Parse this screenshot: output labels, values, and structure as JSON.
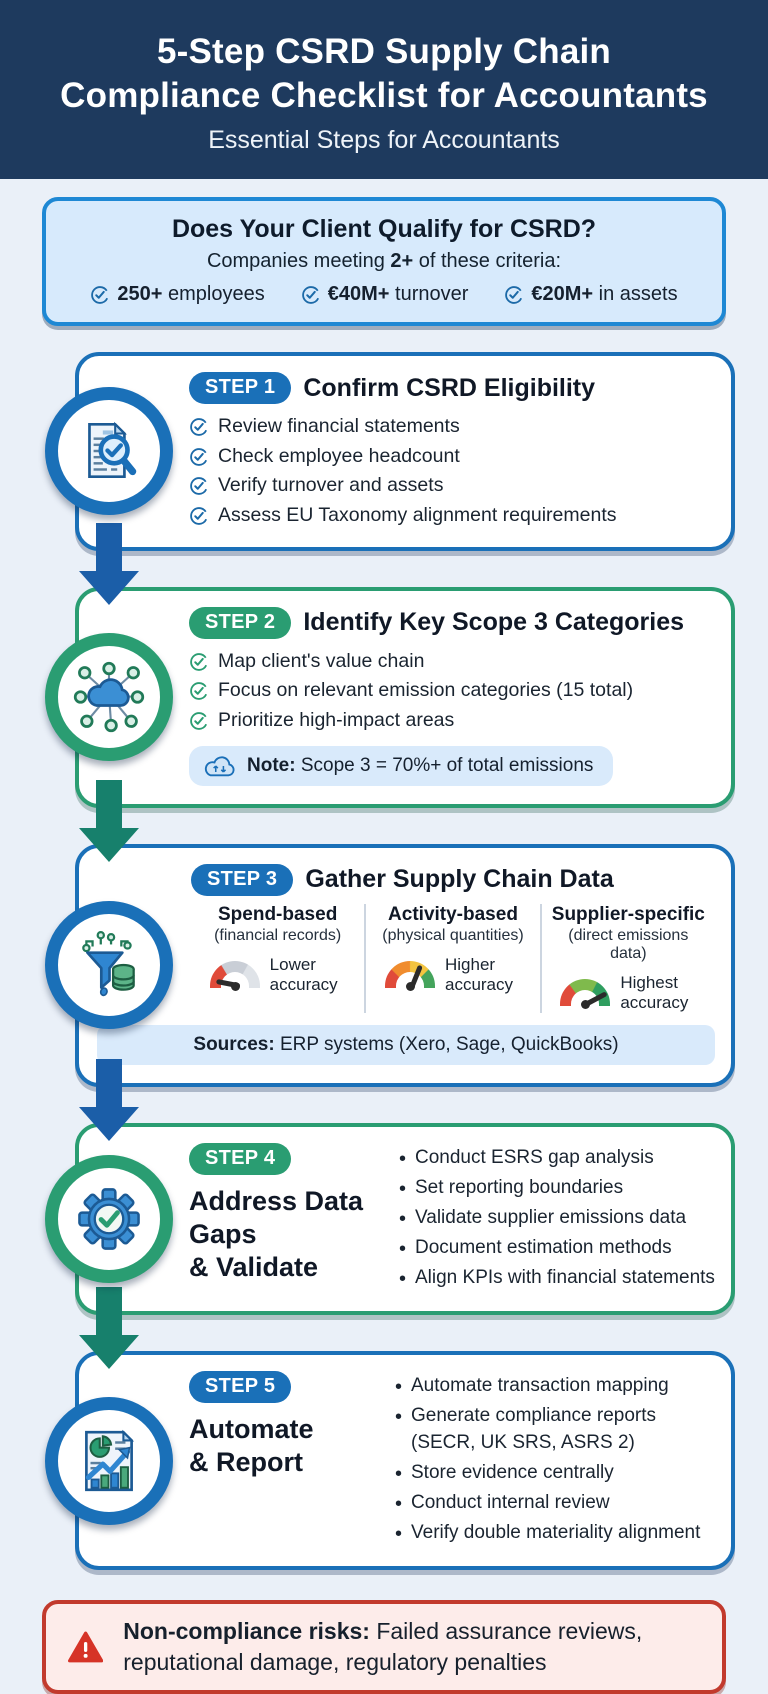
{
  "header": {
    "title_line1": "5-Step CSRD Supply Chain",
    "title_line2": "Compliance Checklist for Accountants",
    "subtitle": "Essential Steps for Accountants"
  },
  "qualify": {
    "title": "Does Your Client Qualify for CSRD?",
    "subtitle_prefix": "Companies meeting ",
    "subtitle_bold": "2+",
    "subtitle_suffix": " of these criteria:",
    "criteria": [
      {
        "bold": "250+",
        "text": " employees"
      },
      {
        "bold": "€40M+",
        "text": " turnover"
      },
      {
        "bold": "€20M+",
        "text": " in assets"
      }
    ]
  },
  "steps": [
    {
      "badge": "STEP 1",
      "title": "Confirm CSRD Eligibility",
      "icon": "document-magnifier-icon",
      "accent": "#1a70b8",
      "items": [
        "Review financial statements",
        "Check employee headcount",
        "Verify turnover and assets",
        "Assess EU Taxonomy alignment requirements"
      ]
    },
    {
      "badge": "STEP 2",
      "title": "Identify Key Scope 3 Categories",
      "icon": "network-cloud-icon",
      "accent": "#2a9d72",
      "items": [
        "Map client's value chain",
        "Focus on relevant emission categories (15 total)",
        "Prioritize high-impact areas"
      ],
      "note_bold": "Note:",
      "note_text": " Scope 3 = 70%+ of total emissions"
    },
    {
      "badge": "STEP 3",
      "title": "Gather Supply Chain Data",
      "icon": "funnel-data-icon",
      "accent": "#1a70b8",
      "methods": [
        {
          "name": "Spend-based",
          "detail": "(financial records)",
          "accuracy": "Lower accuracy",
          "gauge_level": "low"
        },
        {
          "name": "Activity-based",
          "detail": "(physical quantities)",
          "accuracy": "Higher accuracy",
          "gauge_level": "high"
        },
        {
          "name": "Supplier-specific",
          "detail": "(direct emissions data)",
          "accuracy": "Highest accuracy",
          "gauge_level": "highest"
        }
      ],
      "sources_bold": "Sources:",
      "sources_text": " ERP systems (Xero, Sage, QuickBooks)"
    },
    {
      "badge": "STEP 4",
      "title_lines": [
        "Address Data",
        "Gaps",
        "& Validate"
      ],
      "icon": "gear-check-icon",
      "accent": "#2a9d72",
      "bullets": [
        "Conduct ESRS gap analysis",
        "Set reporting boundaries",
        "Validate supplier emissions data",
        "Document estimation methods",
        "Align KPIs with financial statements"
      ]
    },
    {
      "badge": "STEP 5",
      "title_lines": [
        "Automate",
        "& Report"
      ],
      "icon": "report-chart-icon",
      "accent": "#1a70b8",
      "bullets": [
        "Automate transaction mapping",
        "Generate compliance reports (SECR, UK SRS, ASRS 2)",
        "Store evidence centrally",
        "Conduct internal review",
        "Verify double materiality alignment"
      ]
    }
  ],
  "warning": {
    "bold": "Non-compliance risks:",
    "text": " Failed assurance reviews, reputational damage, regulatory penalties"
  },
  "colors": {
    "header_bg": "#1e3a5e",
    "page_bg": "#eaf0f8",
    "blue_accent": "#1a70b8",
    "green_accent": "#2a9d72",
    "qualify_border": "#1e88d4",
    "qualify_bg": "#d7eafc",
    "note_bg": "#d9eafb",
    "warning_border": "#c23a2d",
    "warning_bg": "#fdecea",
    "gauge_red": "#e04b3a",
    "gauge_orange": "#f08c2e",
    "gauge_yellow": "#f3c440",
    "gauge_green": "#2f9e5f"
  }
}
